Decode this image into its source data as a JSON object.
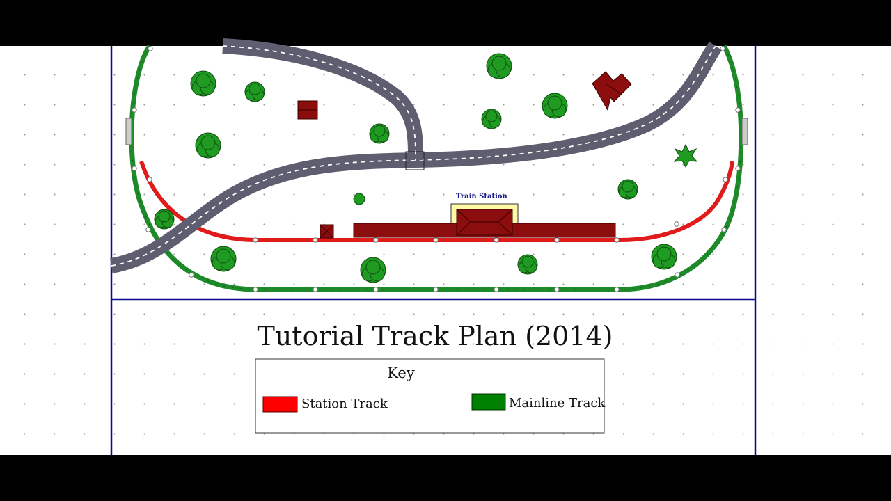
{
  "plan": {
    "title": "Tutorial Track Plan (2014)",
    "station_label": "Train Station"
  },
  "key": {
    "heading": "Key",
    "items": [
      {
        "label": "Station Track",
        "color": "#ff0000"
      },
      {
        "label": "Mainline Track",
        "color": "#008000"
      }
    ]
  },
  "colors": {
    "mainline": "#1e8a2a",
    "station_track": "#e01b1b",
    "road": "#5e5e70",
    "building": "#8b0d0d",
    "tree": "#1f9b22",
    "border": "#0a0a8c",
    "station_platform": "#fff9a6"
  }
}
